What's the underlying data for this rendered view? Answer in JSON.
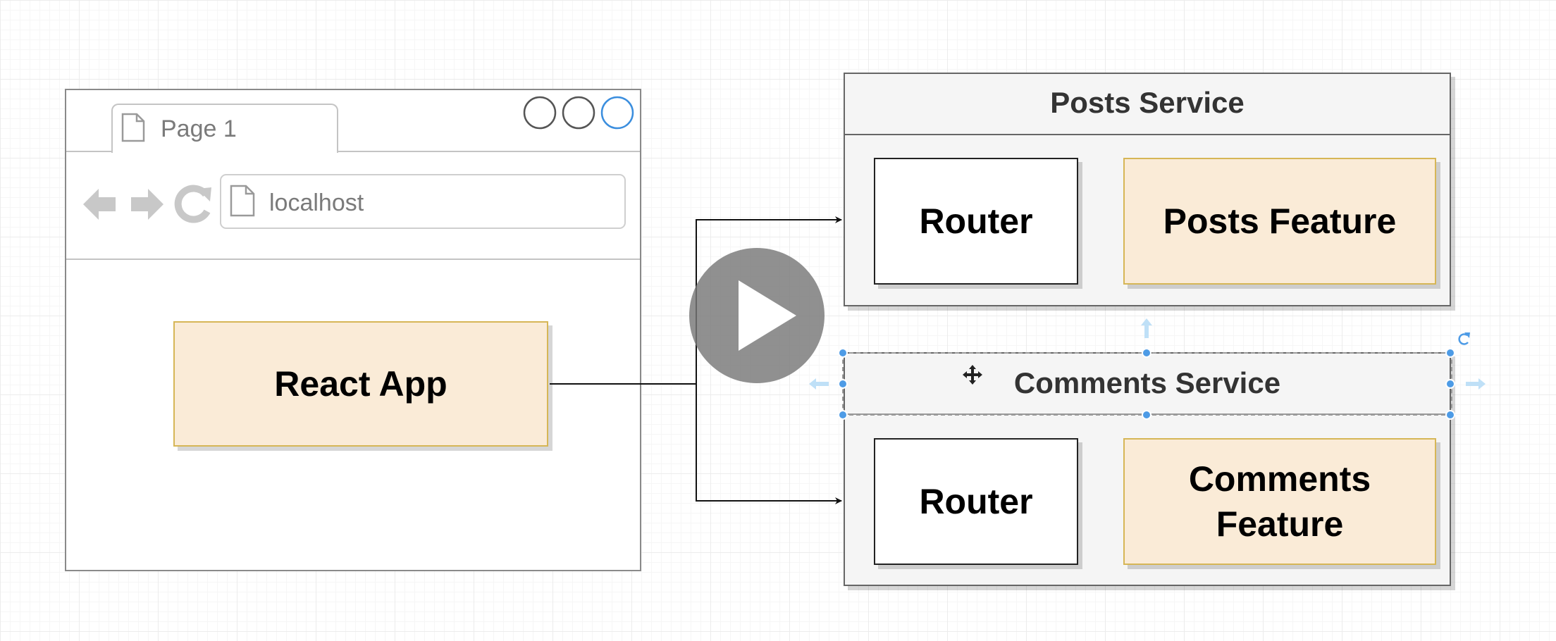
{
  "browser": {
    "tab_label": "Page 1",
    "url": "localhost"
  },
  "app_box": {
    "label": "React App"
  },
  "posts_service": {
    "title": "Posts Service",
    "router_label": "Router",
    "feature_label": "Posts Feature"
  },
  "comments_service": {
    "title": "Comments Service",
    "router_label": "Router",
    "feature_label_line1": "Comments",
    "feature_label_line2": "Feature"
  },
  "colors": {
    "feature_fill": "#faebd7",
    "feature_stroke": "#d6b656",
    "service_fill": "#f5f5f5",
    "selection_handle": "#4d9be6"
  },
  "icons": [
    "document-icon",
    "back-arrow-icon",
    "forward-arrow-icon",
    "reload-icon",
    "window-button-icon",
    "play-icon",
    "move-cursor-icon",
    "rotate-icon"
  ]
}
